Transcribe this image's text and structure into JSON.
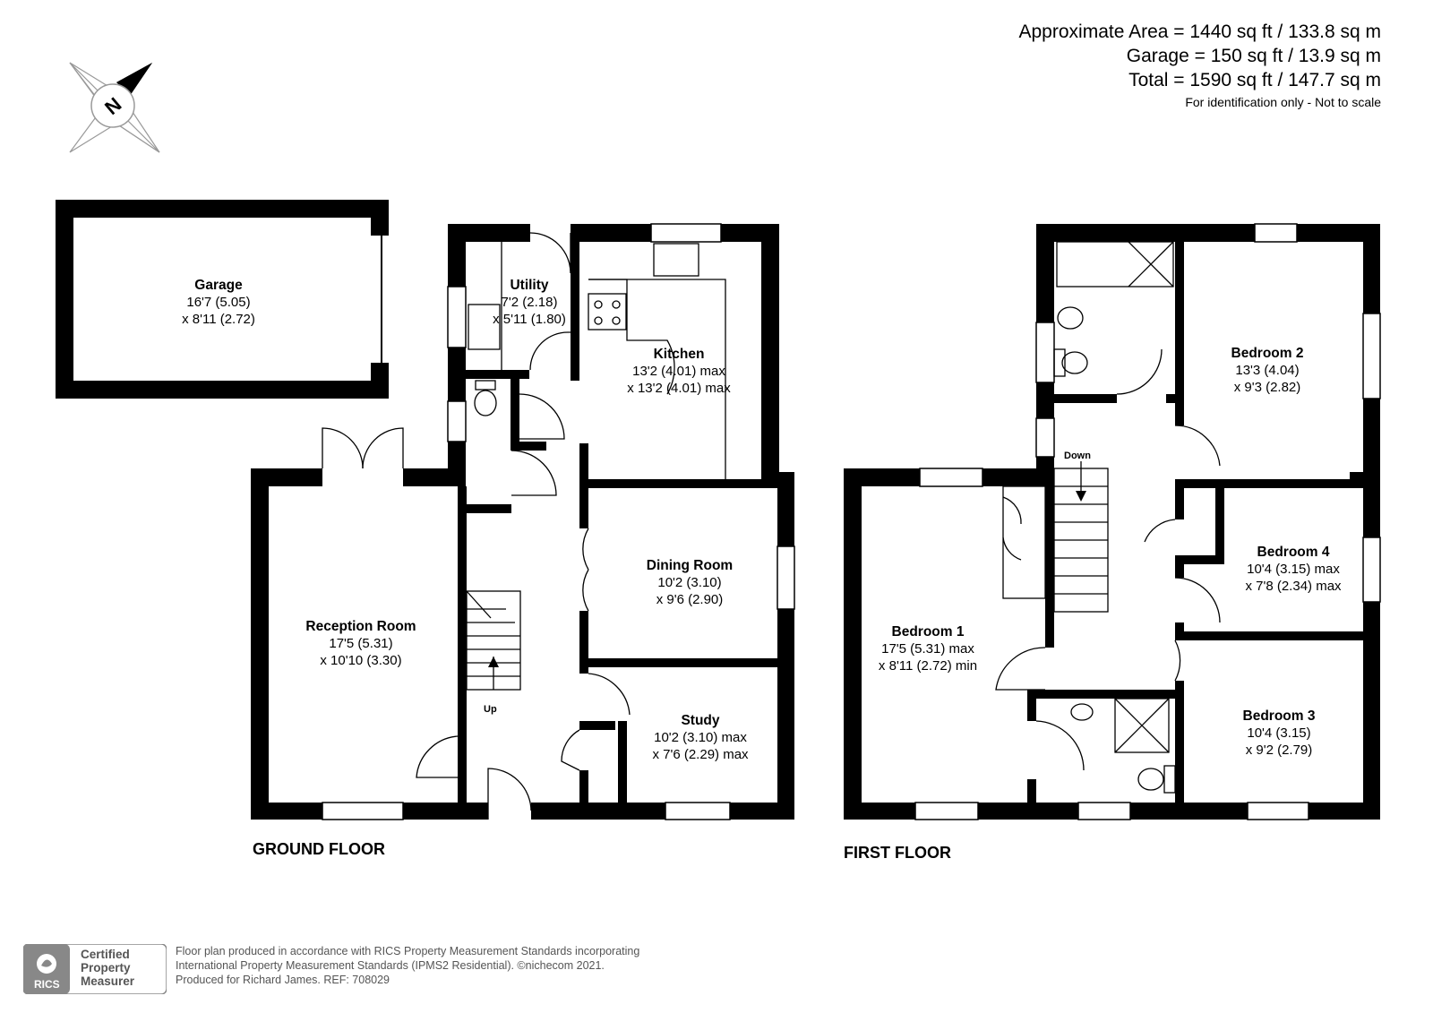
{
  "area": {
    "approx": "Approximate Area = 1440 sq ft / 133.8 sq m",
    "garage": "Garage = 150 sq ft / 13.9 sq m",
    "total": "Total = 1590 sq ft / 147.7 sq m",
    "note": "For identification only - Not to scale"
  },
  "compass": {
    "letter": "N"
  },
  "rooms": {
    "garage": {
      "name": "Garage",
      "dim1": "16'7 (5.05)",
      "dim2": "x 8'11 (2.72)"
    },
    "utility": {
      "name": "Utility",
      "dim1": "7'2 (2.18)",
      "dim2": "x 5'11 (1.80)"
    },
    "kitchen": {
      "name": "Kitchen",
      "dim1": "13'2 (4.01) max",
      "dim2": "x 13'2 (4.01) max"
    },
    "dining": {
      "name": "Dining Room",
      "dim1": "10'2 (3.10)",
      "dim2": "x 9'6 (2.90)"
    },
    "reception": {
      "name": "Reception Room",
      "dim1": "17'5 (5.31)",
      "dim2": "x 10'10 (3.30)"
    },
    "study": {
      "name": "Study",
      "dim1": "10'2 (3.10) max",
      "dim2": "x 7'6 (2.29) max"
    },
    "bed1": {
      "name": "Bedroom 1",
      "dim1": "17'5 (5.31) max",
      "dim2": "x 8'11 (2.72) min"
    },
    "bed2": {
      "name": "Bedroom 2",
      "dim1": "13'3 (4.04)",
      "dim2": "x 9'3 (2.82)"
    },
    "bed3": {
      "name": "Bedroom 3",
      "dim1": "10'4 (3.15)",
      "dim2": "x 9'2 (2.79)"
    },
    "bed4": {
      "name": "Bedroom 4",
      "dim1": "10'4 (3.15) max",
      "dim2": "x 7'8 (2.34) max"
    }
  },
  "stairs": {
    "up": "Up",
    "down": "Down"
  },
  "floors": {
    "ground": "GROUND FLOOR",
    "first": "FIRST FLOOR"
  },
  "footer": {
    "line1": "Floor plan produced in accordance with RICS Property Measurement Standards incorporating",
    "line2": "International Property Measurement Standards (IPMS2 Residential).   ©nichecom 2021.",
    "line3": "Produced for Richard James.   REF:  708029",
    "badge_word1": "Certified",
    "badge_word2": "Property",
    "badge_word3": "Measurer",
    "badge_logo": "RICS"
  }
}
